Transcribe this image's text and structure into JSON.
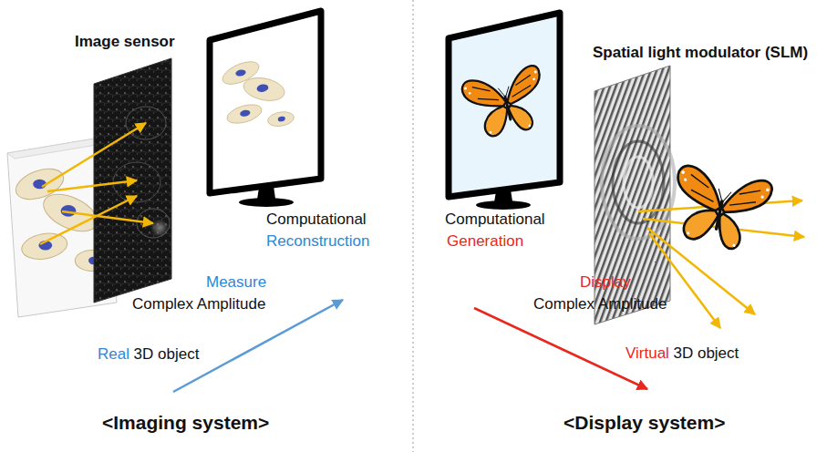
{
  "diagram": {
    "labels": [
      "Image sensor",
      "Computational",
      "Reconstruction",
      "Measure",
      "Complex Amplitude",
      "Real",
      "3D object",
      "<Imaging system>",
      "Spatial light modulator (SLM)",
      "Computational",
      "Generation",
      "Display",
      "Complex Amplitude",
      "Virtual",
      "3D object",
      "<Display system>"
    ]
  }
}
